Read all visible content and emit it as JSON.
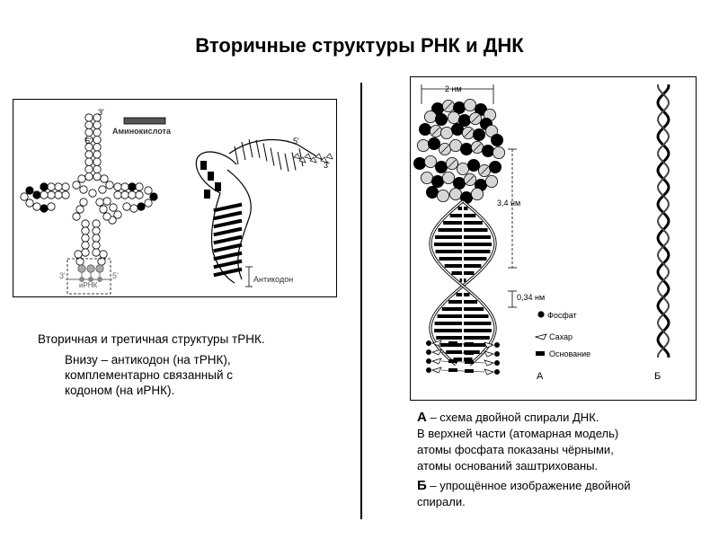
{
  "title": "Вторичные структуры РНК и ДНК",
  "trna_figure": {
    "three_prime_top": "3'",
    "five_prime_top": "5'",
    "amino_acid": "Аминокислота",
    "three_prime_bottom": "3'",
    "five_prime_bottom": "5'",
    "mrna": "иРНК",
    "tertiary_five_prime": "5'",
    "tertiary_three_prime": "3'",
    "anticodon": "Антикодон"
  },
  "trna_caption": {
    "line1": "Вторичная и третичная структуры тРНК.",
    "line2": "Внизу – антикодон (на тРНК),",
    "line3": "комплементарно связанный с",
    "line4": "кодоном (на иРНК)."
  },
  "dna_figure": {
    "width_label": "2 нм",
    "pitch_label": "3,4 нм",
    "rise_label": "0,34 нм",
    "legend": {
      "phosphate": "Фосфат",
      "sugar": "Сахар",
      "base": "Основание"
    },
    "label_a": "А",
    "label_b": "Б"
  },
  "dna_caption": {
    "a_letter": "А",
    "a_text": " – схема двойной спирали ДНК.",
    "line2": "В верхней части (атомарная модель)",
    "line3": "атомы фосфата показаны чёрными,",
    "line4": "атомы оснований заштрихованы.",
    "b_letter": "Б",
    "b_text": " – упрощённое изображение двойной",
    "line6": "спирали."
  }
}
